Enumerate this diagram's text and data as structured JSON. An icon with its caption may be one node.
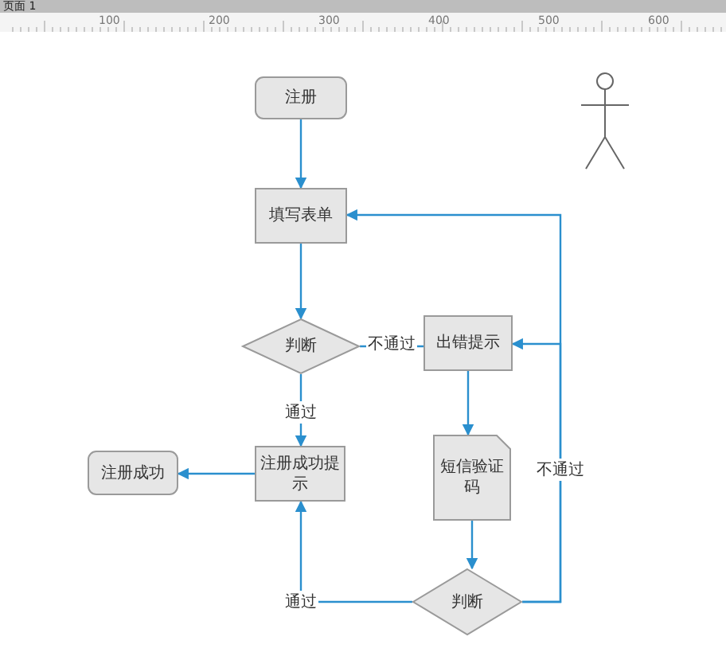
{
  "diagram": {
    "nodes": [
      {
        "text": [
          "注册"
        ]
      },
      {
        "text": [
          "填写表单"
        ]
      },
      {
        "text": [
          "判断"
        ]
      },
      {
        "text": [
          "出错提示"
        ]
      },
      {
        "text": [
          "注册成功提示"
        ]
      },
      {
        "text": [
          "注册成功"
        ]
      },
      {
        "text": [
          "短信验证码"
        ]
      },
      {
        "text": [
          "判断"
        ]
      },
      {
        "text": [],
        "shape": "person"
      }
    ],
    "edges": [
      {
        "from": 0,
        "to": 1,
        "arrow": "to"
      },
      {
        "from": 1,
        "to": 2,
        "arrow": "to"
      },
      {
        "from": 2,
        "to": 3,
        "arrow": "none",
        "label": "不通过"
      },
      {
        "from": 2,
        "to": 4,
        "arrow": "to",
        "label": "通过"
      },
      {
        "from": 3,
        "to": 6,
        "arrow": "to"
      },
      {
        "from": 6,
        "to": 7,
        "arrow": "to"
      },
      {
        "from": 7,
        "to": 4,
        "arrow": "to",
        "label": "通过"
      },
      {
        "from": 7,
        "to": 3,
        "arrow": "to",
        "label": "不通过"
      },
      {
        "from": 7,
        "to": 1,
        "arrow": "to"
      },
      {
        "from": 4,
        "to": 5,
        "arrow": "to"
      }
    ],
    "labels": [
      "页面 1",
      "100",
      "200",
      "300",
      "400",
      "500",
      "600"
    ]
  }
}
